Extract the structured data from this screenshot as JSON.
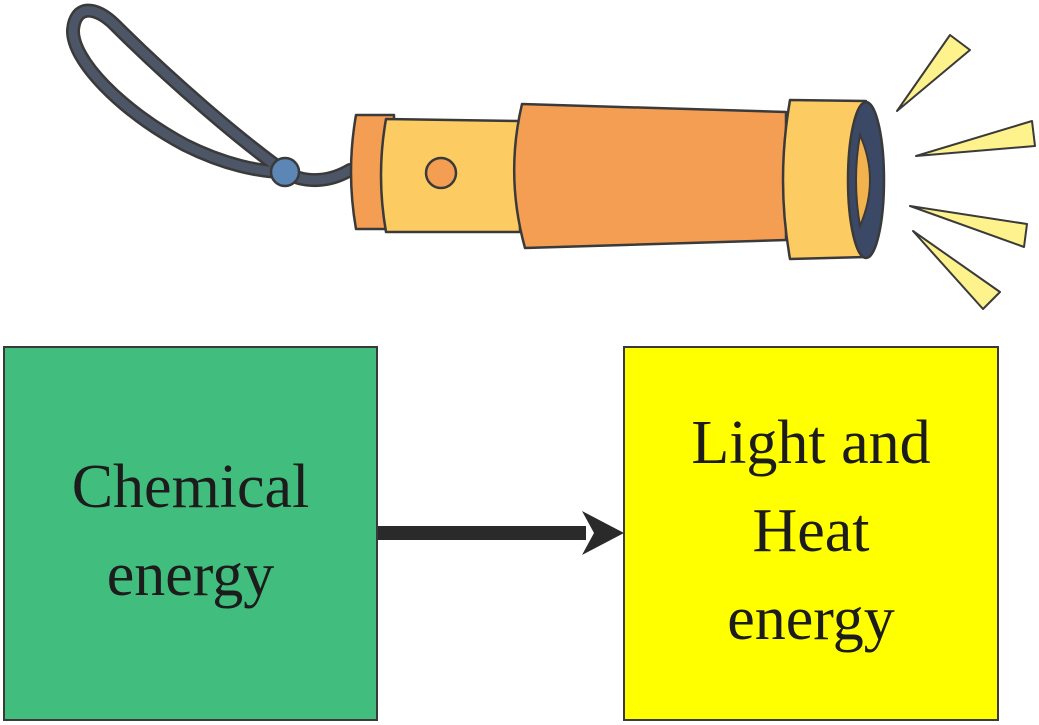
{
  "colors": {
    "chemical_box": "#41be7d",
    "light_box": "#ffff00",
    "outline": "#3a3a3a",
    "arrow": "#2a2a2a",
    "flashlight_body": "#f49e53",
    "flashlight_light": "#fccb62",
    "flashlight_lens": "#3b4866",
    "strap": "#4d5666",
    "strap_bead": "#5b86b6",
    "rays": "#fdf28c"
  },
  "illustration": {
    "icon": "flashlight-icon"
  },
  "diagram": {
    "source_label": "Chemical\nenergy",
    "target_label": "Light and\nHeat\nenergy",
    "connector": "arrow-right"
  }
}
